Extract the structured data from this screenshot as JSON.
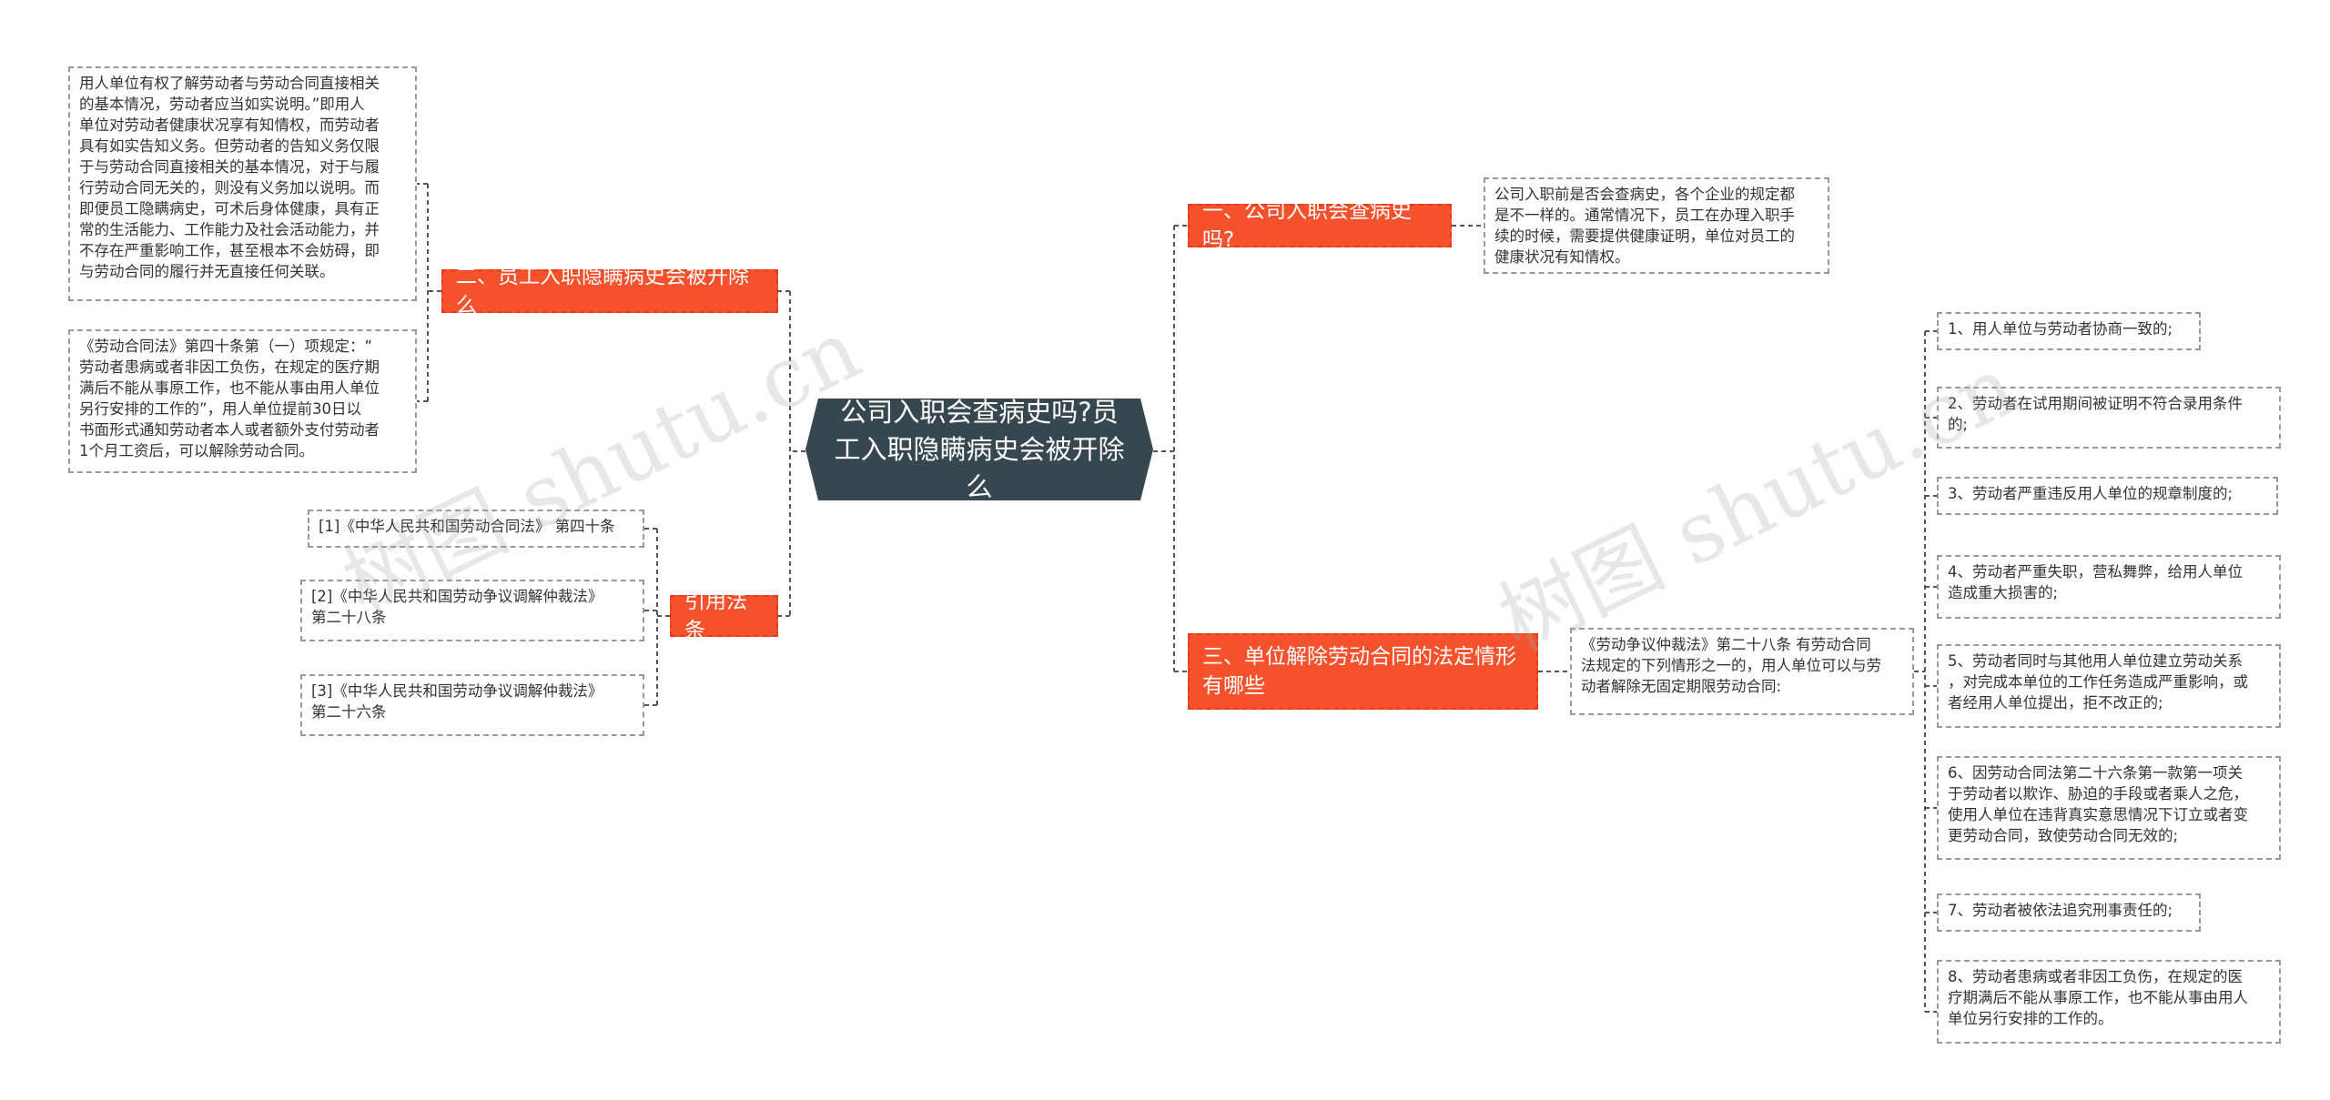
{
  "root": {
    "label": "公司入职会查病史吗?员工入职隐瞒病史会被开除么"
  },
  "branches": {
    "b1": {
      "label": "一、公司入职会查病史吗?",
      "leaf": "公司入职前是否会查病史，各个企业的规定都\n是不一样的。通常情况下，员工在办理入职手\n续的时候，需要提供健康证明，单位对员工的\n健康状况有知情权。"
    },
    "b2": {
      "label": "二、员工入职隐瞒病史会被开除么",
      "leaf1": "用人单位有权了解劳动者与劳动合同直接相关\n的基本情况，劳动者应当如实说明。”即用人\n单位对劳动者健康状况享有知情权，而劳动者\n具有如实告知义务。但劳动者的告知义务仅限\n于与劳动合同直接相关的基本情况，对于与履\n行劳动合同无关的，则没有义务加以说明。而\n即便员工隐瞒病史，可术后身体健康，具有正\n常的生活能力、工作能力及社会活动能力，并\n不存在严重影响工作，甚至根本不会妨碍，即\n与劳动合同的履行并无直接任何关联。",
      "leaf2": "《劳动合同法》第四十条第（一）项规定：“\n劳动者患病或者非因工负伤，在规定的医疗期\n满后不能从事原工作，也不能从事由用人单位\n另行安排的工作的”，用人单位提前30日以\n书面形式通知劳动者本人或者额外支付劳动者\n1个月工资后，可以解除劳动合同。"
    },
    "b3": {
      "label": "三、单位解除劳动合同的法定情形有哪些",
      "intro": "《劳动争议仲裁法》第二十八条 有劳动合同\n法规定的下列情形之一的，用人单位可以与劳\n动者解除无固定期限劳动合同:",
      "items": [
        "1、用人单位与劳动者协商一致的;",
        "2、劳动者在试用期间被证明不符合录用条件\n的;",
        "3、劳动者严重违反用人单位的规章制度的;",
        "4、劳动者严重失职，营私舞弊，给用人单位\n造成重大损害的;",
        "5、劳动者同时与其他用人单位建立劳动关系\n，对完成本单位的工作任务造成严重影响，或\n者经用人单位提出，拒不改正的;",
        "6、因劳动合同法第二十六条第一款第一项关\n于劳动者以欺诈、胁迫的手段或者乘人之危，\n使用人单位在违背真实意思情况下订立或者变\n更劳动合同，致使劳动合同无效的;",
        "7、劳动者被依法追究刑事责任的;",
        "8、劳动者患病或者非因工负伤，在规定的医\n疗期满后不能从事原工作，也不能从事由用人\n单位另行安排的工作的。"
      ]
    },
    "b4": {
      "label": "引用法条",
      "refs": [
        "[1]《中华人民共和国劳动合同法》 第四十条",
        "[2]《中华人民共和国劳动争议调解仲裁法》\n第二十八条",
        "[3]《中华人民共和国劳动争议调解仲裁法》\n第二十六条"
      ]
    }
  },
  "watermarks": [
    "树图 shutu.cn",
    "树图 shutu.cn"
  ],
  "colors": {
    "root": "#37474f",
    "branch": "#f4512c",
    "line": "#555555",
    "leaf_border": "#999999"
  }
}
